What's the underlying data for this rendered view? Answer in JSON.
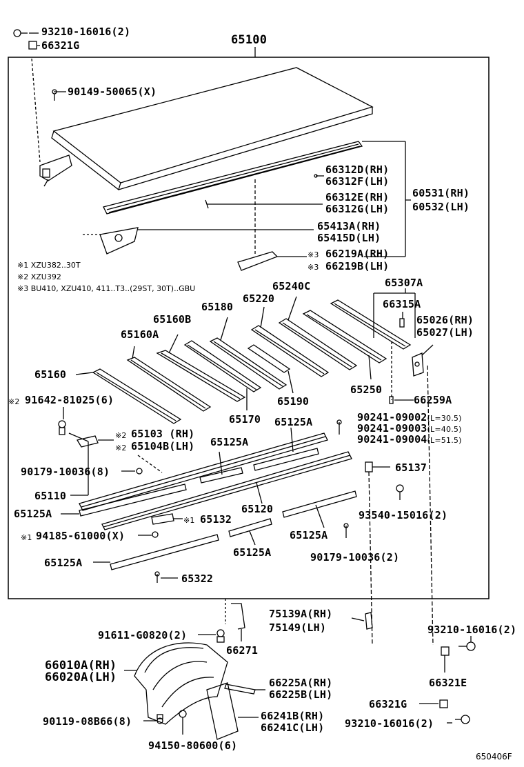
{
  "main_part": "65100",
  "figure_id": "650406F",
  "notes": [
    "※1 XZU382..30T",
    "※2 XZU392",
    "※3 BU410, XZU410, 411..T3..(29ST, 30T)..GBU"
  ],
  "labels": {
    "p93210_top": "93210-16016(2)",
    "p66321G_top": "66321G",
    "p90149": "90149-50065(X)",
    "p66312D": "66312D(RH)",
    "p66312F": "66312F(LH)",
    "p66312E": "66312E(RH)",
    "p66312G": "66312G(LH)",
    "p60531": "60531(RH)",
    "p60532": "60532(LH)",
    "p65413A": "65413A(RH)",
    "p65415D": "65415D(LH)",
    "p66219A": "66219A(RH)",
    "p66219B": "66219B(LH)",
    "mark3": "※3",
    "p65240C": "65240C",
    "p65307A": "65307A",
    "p65180": "65180",
    "p65220": "65220",
    "p66315A": "66315A",
    "p65160B": "65160B",
    "p65026": "65026(RH)",
    "p65027": "65027(LH)",
    "p65160A": "65160A",
    "p65160": "65160",
    "p65250": "65250",
    "p65190": "65190",
    "p66259A": "66259A",
    "mark2": "※2",
    "p91642": "91642-81025(6)",
    "p65170": "65170",
    "p65125A_a": "65125A",
    "p90241_a": "90241-09002",
    "p90241_a_len": "L=30.5",
    "p90241_b": "90241-09003",
    "p90241_b_len": "L=40.5",
    "p90241_c": "90241-09004",
    "p90241_c_len": "L=51.5",
    "p65103": "65103 (RH)",
    "p65104B": "65104B(LH)",
    "p65125A_b": "65125A",
    "p90179_a": "90179-10036(8)",
    "p65137": "65137",
    "p65110": "65110",
    "p65120": "65120",
    "p65125A_c": "65125A",
    "p93540": "93540-15016(2)",
    "mark1": "※1",
    "p65132": "65132",
    "p94185": "94185-61000(X)",
    "p65125A_d": "65125A",
    "p90179_b": "90179-10036(2)",
    "p65125A_e": "65125A",
    "p65125A_f": "65125A",
    "p65322": "65322",
    "p75139A": "75139A(RH)",
    "p75149": "75149(LH)",
    "p91611": "91611-G0820(2)",
    "p93210_right": "93210-16016(2)",
    "p66271": "66271",
    "p66010A": "66010A(RH)",
    "p66020A": "66020A(LH)",
    "p66321E": "66321E",
    "p66225A": "66225A(RH)",
    "p66225B": "66225B(LH)",
    "p66321G_bottom": "66321G",
    "p90119": "90119-08B66(8)",
    "p66241B": "66241B(RH)",
    "p66241C": "66241C(LH)",
    "p93210_bottom": "93210-16016(2)",
    "p94150": "94150-80600(6)"
  },
  "colors": {
    "ink": "#000000",
    "paper": "#ffffff"
  }
}
